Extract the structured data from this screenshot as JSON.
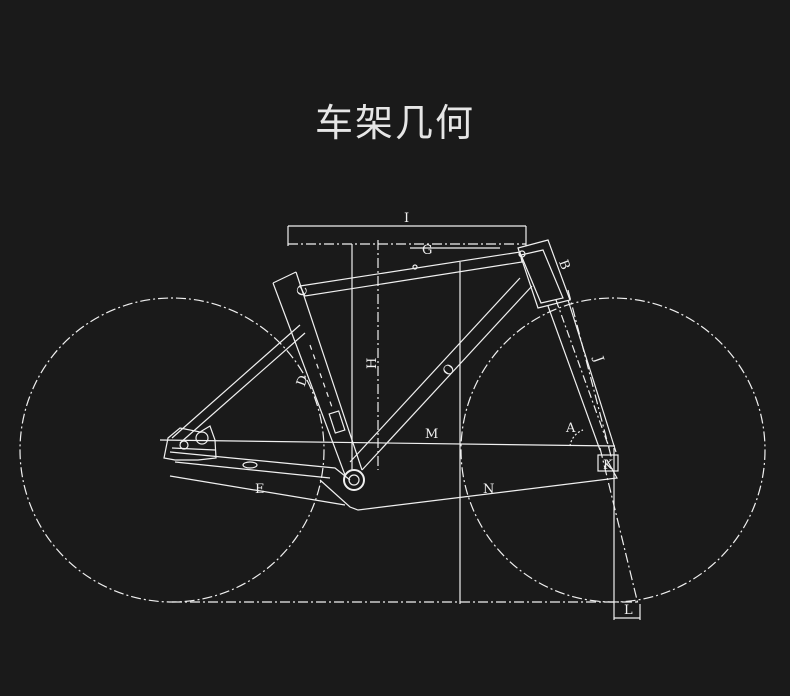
{
  "page": {
    "title": "车架几何",
    "background": "#1a1a1a",
    "line_color": "#f0f0f0"
  },
  "diagram": {
    "labels": {
      "A": "A",
      "B": "B",
      "C": "C",
      "D": "D",
      "E": "E",
      "G": "G",
      "H": "H",
      "I": "I",
      "J": "J",
      "K": "K",
      "L": "L",
      "M": "M",
      "N": "N",
      "O": "O"
    }
  }
}
